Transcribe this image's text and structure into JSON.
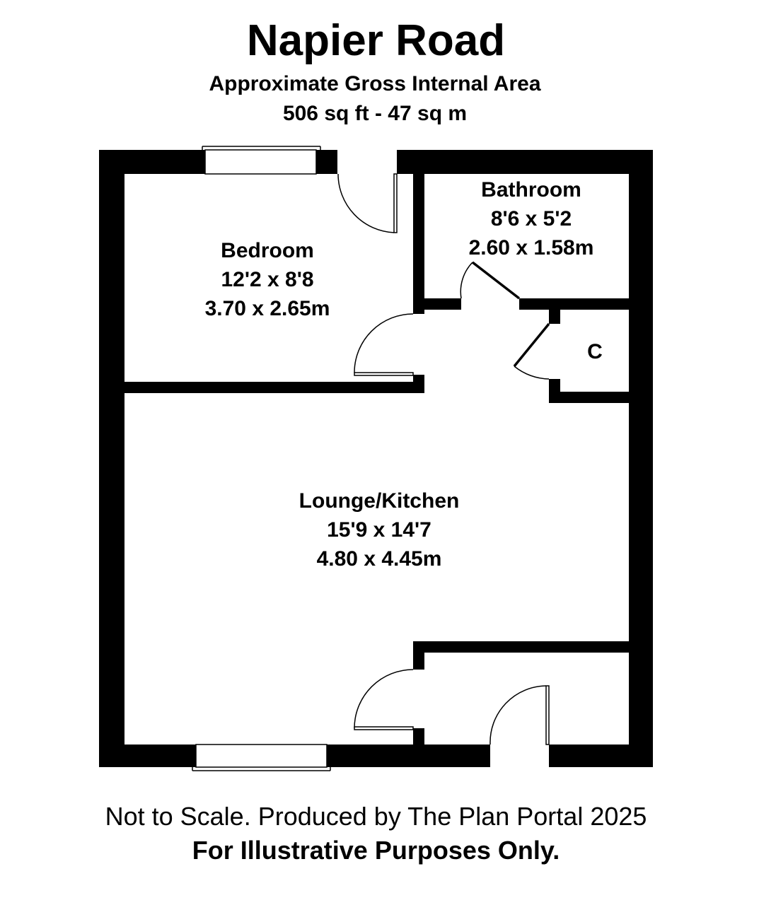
{
  "header": {
    "title": "Napier Road",
    "subtitle": "Approximate Gross Internal Area",
    "area": "506 sq ft - 47 sq m"
  },
  "rooms": {
    "bedroom": {
      "name": "Bedroom",
      "imperial": "12'2 x 8'8",
      "metric": "3.70 x 2.65m"
    },
    "bathroom": {
      "name": "Bathroom",
      "imperial": "8'6 x 5'2",
      "metric": "2.60 x 1.58m"
    },
    "cupboard": {
      "name": "C"
    },
    "lounge": {
      "name": "Lounge/Kitchen",
      "imperial": "15'9 x 14'7",
      "metric": "4.80 x 4.45m"
    }
  },
  "footer": {
    "line1": "Not to Scale. Produced by The Plan Portal 2025",
    "line2": "For Illustrative Purposes Only."
  },
  "colors": {
    "wall": "#000000",
    "background": "#ffffff"
  }
}
